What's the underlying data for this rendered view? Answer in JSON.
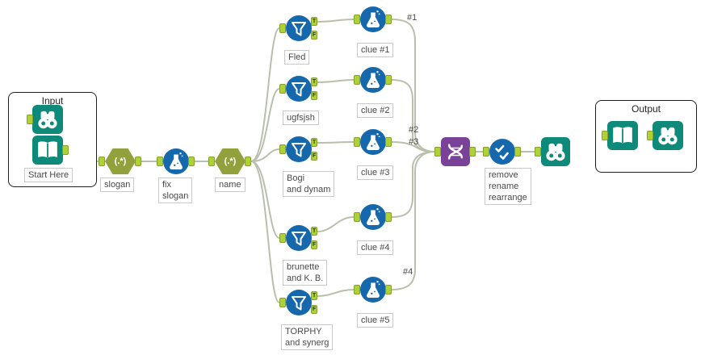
{
  "containers": {
    "input": {
      "label": "Input",
      "annotation": "Start Here"
    },
    "output": {
      "label": "Output"
    }
  },
  "tools": {
    "regex_slogan": {
      "icon_text": "(.*)",
      "annotation": "slogan"
    },
    "formula_fix_slogan": {
      "annotation_lines": [
        "fix",
        "slogan"
      ]
    },
    "regex_name": {
      "icon_text": "(.*)",
      "annotation": "name"
    },
    "filters": [
      {
        "annotation_lines": [
          "Fled",
          ""
        ]
      },
      {
        "annotation_lines": [
          "ugfsjsh",
          ""
        ]
      },
      {
        "annotation_lines": [
          "Bogi",
          "and dynam"
        ]
      },
      {
        "annotation_lines": [
          "brunette",
          "and K. B."
        ]
      },
      {
        "annotation_lines": [
          "TORPHY",
          "and synerg"
        ]
      }
    ],
    "clue_formulas": [
      {
        "annotation": "clue #1"
      },
      {
        "annotation": "clue #2"
      },
      {
        "annotation": "clue #3"
      },
      {
        "annotation": "clue #4"
      },
      {
        "annotation": "clue #5"
      }
    ],
    "select": {
      "annotation_lines": [
        "remove",
        "rename",
        "rearrange"
      ]
    }
  },
  "wire_labels": {
    "w1": "#1",
    "w2": "#2",
    "w3": "#3",
    "w4": "#4"
  },
  "anchors": {
    "true_label": "T",
    "false_label": "F"
  },
  "colors": {
    "teal": "#0E8A7B",
    "blue": "#1668AD",
    "olive_green": "#93A13C",
    "purple": "#7A4199",
    "anchor_green": "#AED136",
    "wire": "#B9BFAD"
  }
}
